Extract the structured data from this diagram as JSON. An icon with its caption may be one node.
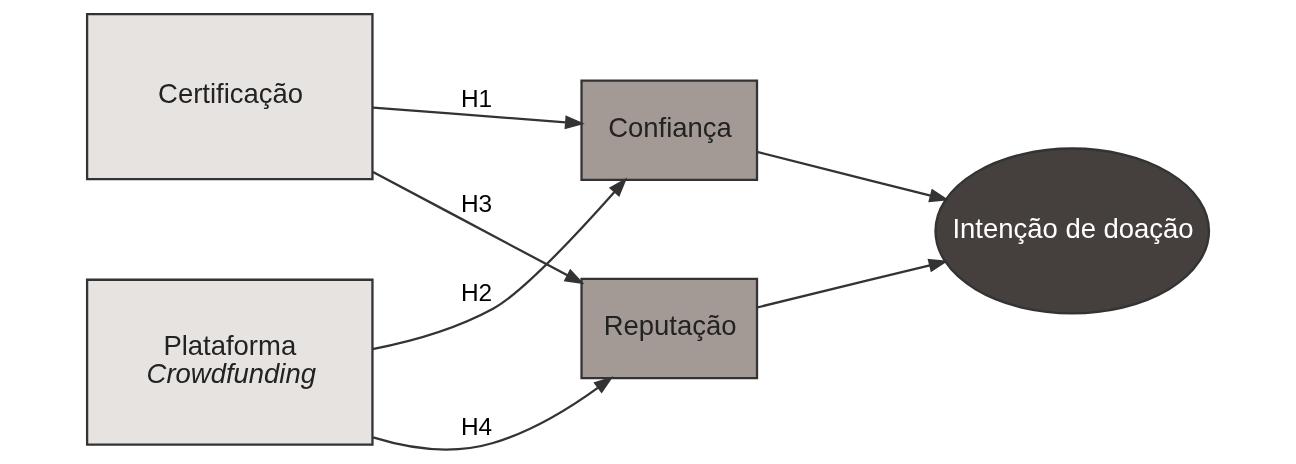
{
  "diagram": {
    "nodes": [
      {
        "text": [
          "Certificação"
        ]
      },
      {
        "text": [
          "Plataforma *Crowdfunding*"
        ]
      },
      {
        "text": [
          "Confiança"
        ]
      },
      {
        "text": [
          "Reputação"
        ]
      },
      {
        "text": [
          "Intenção de doação"
        ]
      }
    ],
    "edges": [
      {
        "from": 0,
        "to": 2,
        "arrow": "to",
        "label": "H1"
      },
      {
        "from": 1,
        "to": 2,
        "arrow": "to",
        "label": "H2"
      },
      {
        "from": 0,
        "to": 3,
        "arrow": "to",
        "label": "H3"
      },
      {
        "from": 1,
        "to": 3,
        "arrow": "to",
        "label": "H4"
      },
      {
        "from": 2,
        "to": 4,
        "arrow": "to"
      },
      {
        "from": 3,
        "to": 4,
        "arrow": "to"
      }
    ]
  }
}
